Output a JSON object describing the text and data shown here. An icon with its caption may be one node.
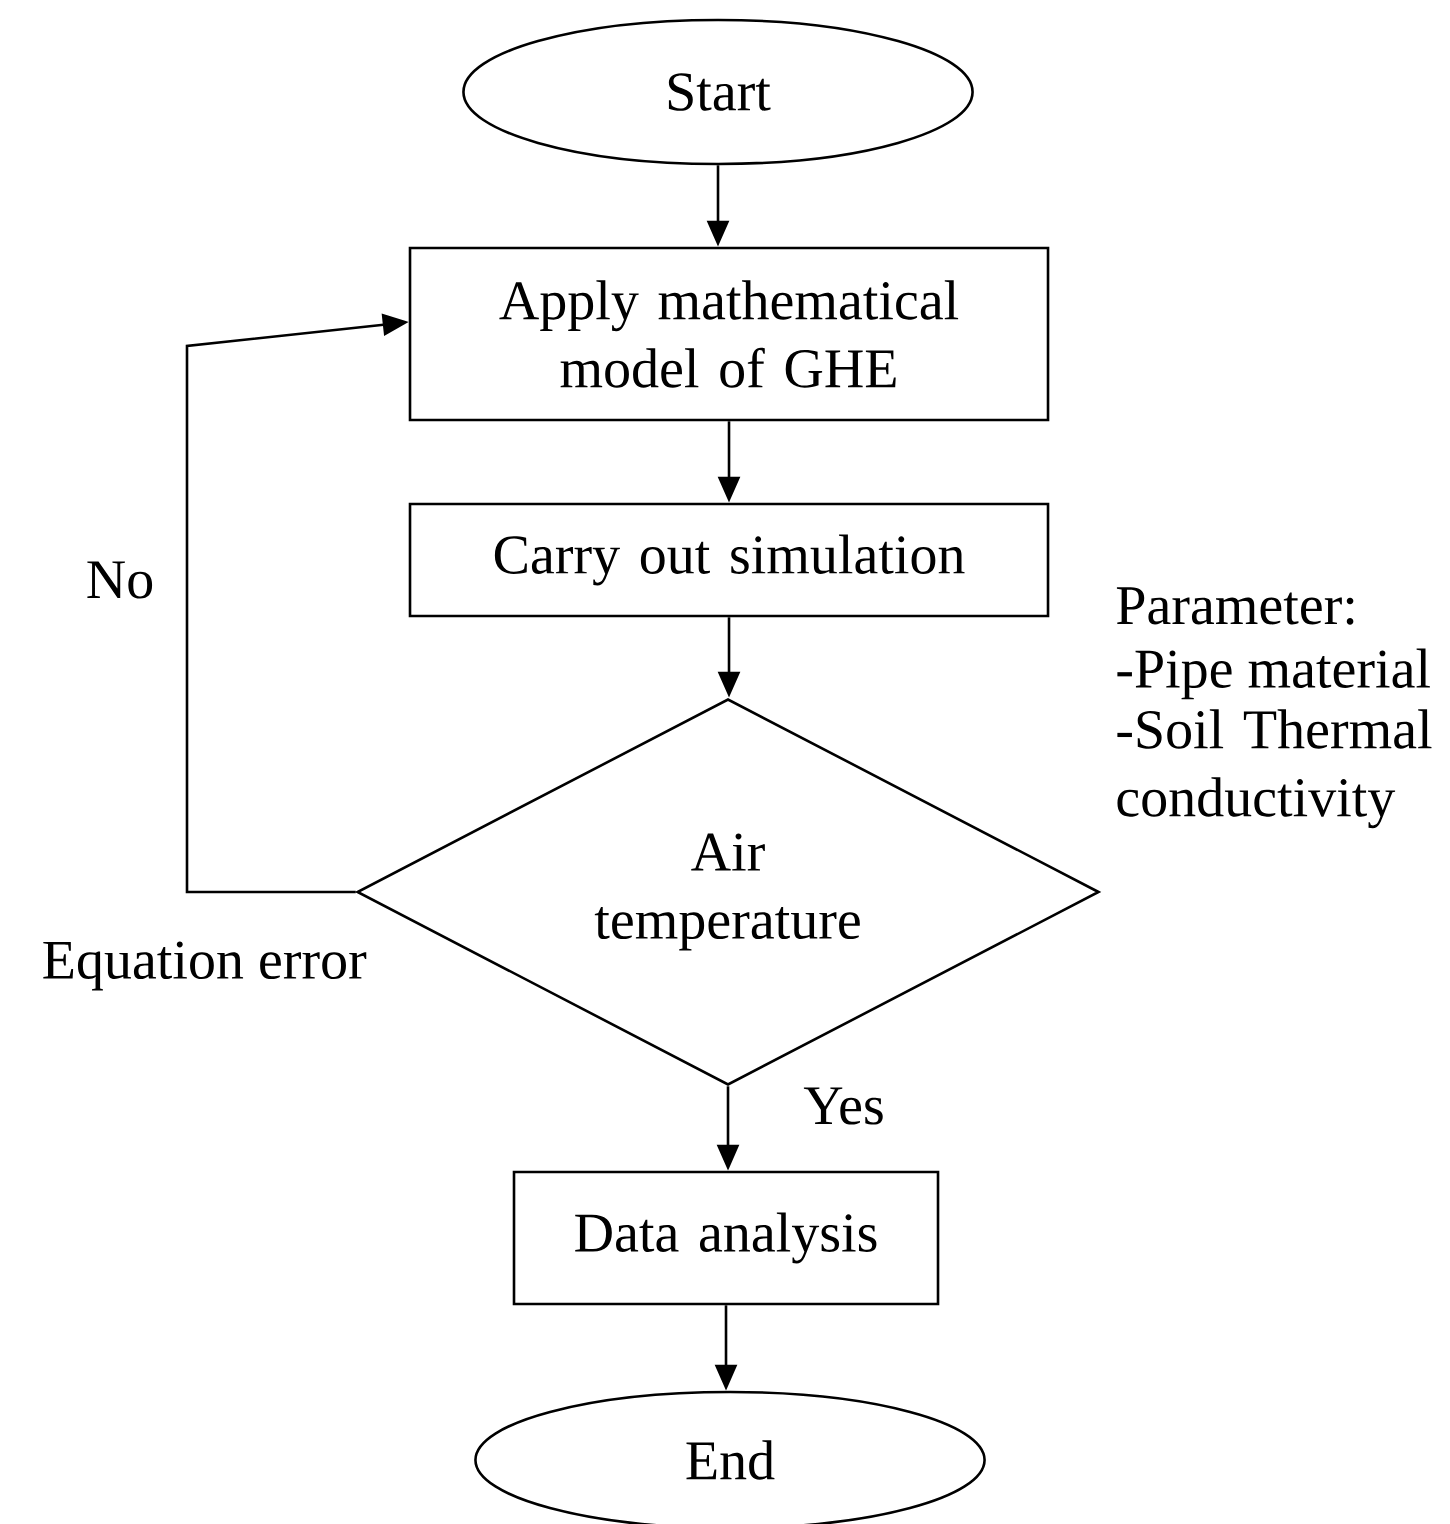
{
  "diagram": {
    "nodes": [
      {
        "text": [
          "Start"
        ]
      },
      {
        "text": [
          "Apply mathematical model of GHE"
        ]
      },
      {
        "text": [
          "Carry out simulation"
        ]
      },
      {
        "text": [
          "Air temperature"
        ]
      },
      {
        "text": [
          "Data analysis"
        ]
      },
      {
        "text": [
          "End"
        ]
      }
    ],
    "edges": [
      {
        "from": 0,
        "to": 1,
        "arrow": "to"
      },
      {
        "from": 1,
        "to": 2,
        "arrow": "to"
      },
      {
        "from": 2,
        "to": 3,
        "arrow": "to"
      },
      {
        "from": 3,
        "to": 4,
        "arrow": "to",
        "label": "Yes"
      },
      {
        "from": 3,
        "to": 1,
        "arrow": "to",
        "label": "No"
      },
      {
        "from": 4,
        "to": 5,
        "arrow": "to"
      }
    ],
    "labels": [
      "Parameter:",
      "-Pipe material",
      "-Soil Thermal conductivity",
      "Equation error"
    ]
  }
}
